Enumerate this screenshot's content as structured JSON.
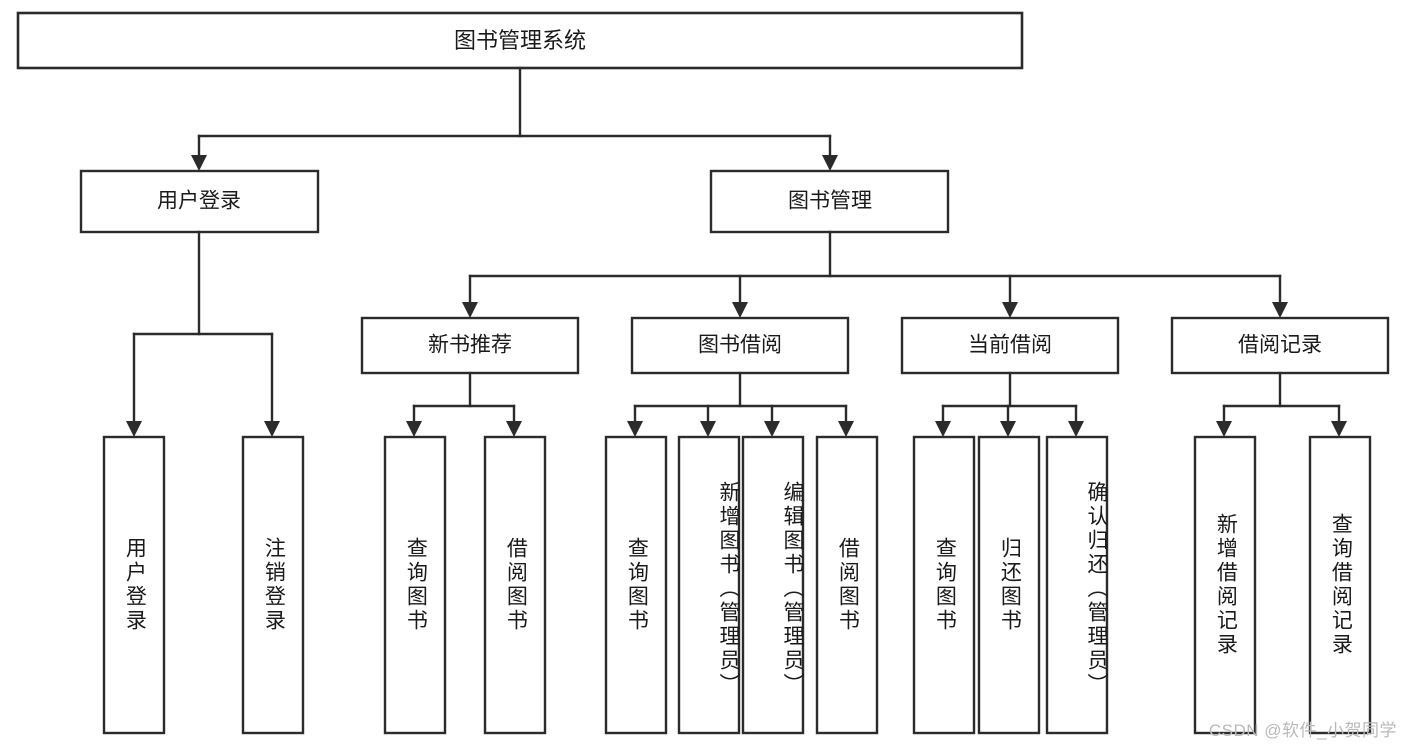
{
  "diagram": {
    "title": "图书管理系统",
    "type": "hierarchy-tree",
    "watermark": "CSDN @软件_小贺同学",
    "colors": {
      "stroke": "#2b2b2b",
      "box_fill": "#ffffff",
      "text": "#1a1a1a",
      "watermark": "#b9b9b9",
      "background": "#ffffff"
    },
    "levels": {
      "level1": [
        {
          "id": "root",
          "label": "图书管理系统"
        }
      ],
      "level2": [
        {
          "id": "user-login",
          "label": "用户登录"
        },
        {
          "id": "book-manage",
          "label": "图书管理"
        }
      ],
      "level3": [
        {
          "id": "new-book-recommend",
          "label": "新书推荐"
        },
        {
          "id": "book-borrow",
          "label": "图书借阅"
        },
        {
          "id": "current-borrow",
          "label": "当前借阅"
        },
        {
          "id": "borrow-record",
          "label": "借阅记录"
        }
      ],
      "level4": [
        {
          "id": "leaf-user-login",
          "label": "用户登录",
          "parent": "user-login"
        },
        {
          "id": "leaf-logout-login",
          "label": "注销登录",
          "parent": "user-login"
        },
        {
          "id": "leaf-query-book-1",
          "label": "查询图书",
          "parent": "new-book-recommend"
        },
        {
          "id": "leaf-borrow-book-1",
          "label": "借阅图书",
          "parent": "new-book-recommend"
        },
        {
          "id": "leaf-query-book-2",
          "label": "查询图书",
          "parent": "book-borrow"
        },
        {
          "id": "leaf-add-book",
          "label": "新增图书（管理员）",
          "parent": "book-borrow"
        },
        {
          "id": "leaf-edit-book",
          "label": "编辑图书（管理员）",
          "parent": "book-borrow"
        },
        {
          "id": "leaf-borrow-book-2",
          "label": "借阅图书",
          "parent": "book-borrow"
        },
        {
          "id": "leaf-query-book-3",
          "label": "查询图书",
          "parent": "current-borrow"
        },
        {
          "id": "leaf-return-book",
          "label": "归还图书",
          "parent": "current-borrow"
        },
        {
          "id": "leaf-confirm-return",
          "label": "确认归还（管理员）",
          "parent": "current-borrow"
        },
        {
          "id": "leaf-add-record",
          "label": "新增借阅记录",
          "parent": "borrow-record"
        },
        {
          "id": "leaf-query-record",
          "label": "查询借阅记录",
          "parent": "borrow-record"
        }
      ]
    }
  }
}
